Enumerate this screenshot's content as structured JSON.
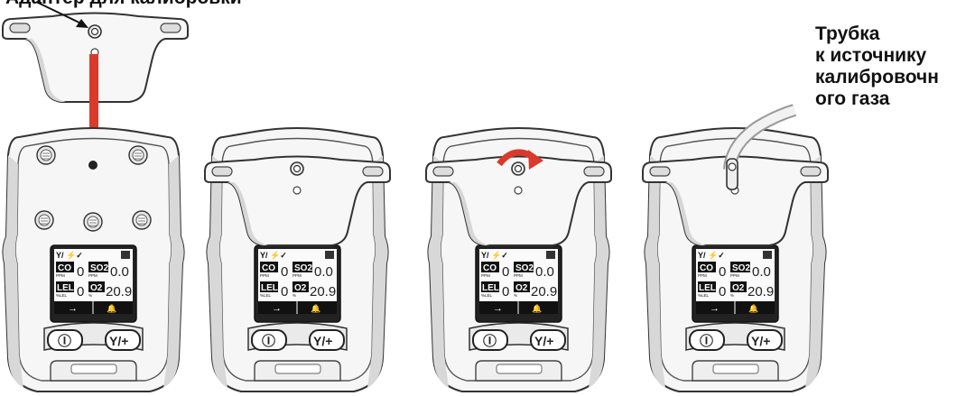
{
  "labels": {
    "top_callout": "Адаптер для калибровки",
    "right_callout": [
      "Трубка",
      "к источнику",
      "калибровочн",
      "ого газа"
    ]
  },
  "display": {
    "sensor1": "CO",
    "sensor1_unit": "PPM",
    "sensor1_value": "0",
    "sensor2": "SO2",
    "sensor2_unit": "PPM",
    "sensor2_value": "0.0",
    "sensor3": "LEL",
    "sensor3_unit": "%LEL",
    "sensor3_value": "0",
    "sensor4": "O2",
    "sensor4_unit": "%",
    "sensor4_value": "20.9",
    "status_icons": "Y/ ⚡✓",
    "softkey_left": "→",
    "softkey_right": "🔔"
  },
  "buttons": {
    "power": "Ⓘ",
    "yes_plus": "Y/+"
  },
  "colors": {
    "arrow_red": "#d93a2b",
    "outline": "#333333",
    "device_fill": "#f4f4f4",
    "shading": "#cfcfcf"
  },
  "steps": [
    "attach-adapter",
    "adapter-seated",
    "turn-screw",
    "tube-connected"
  ]
}
